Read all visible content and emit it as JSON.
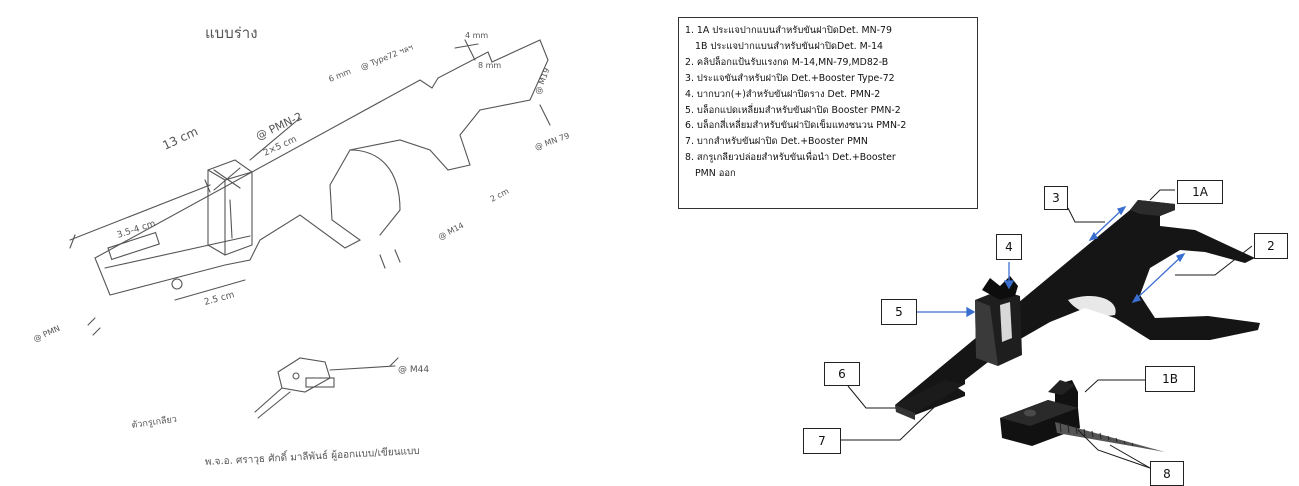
{
  "sketch": {
    "title": "แบบร่าง",
    "labels": {
      "length_13": "13 cm",
      "pmn2_label": "@ PMN-2",
      "pmn2_dim": "2×5 cm",
      "gap_6mm": "6 mm",
      "type72": "@ Type72 ฯลฯ",
      "dim_4mm": "4 mm",
      "dim_8mm": "8 mm",
      "m19": "@ M19",
      "mn79": "@ MN 79",
      "m14": "@ M14",
      "dim_2cm": "2 cm",
      "dim_35_4": "3.5-4 cm",
      "dim_25": "2.5 cm",
      "pmn": "@ PMN",
      "m44": "@ M44",
      "screw_note": "ตัวกรูเกลียว",
      "footer": "พ.จ.อ. ศราวุธ ศักดิ์ มาลีพันธ์ ผู้ออกแบบ/เขียนแบบ"
    }
  },
  "legend": {
    "items": [
      "1. 1A ประแจปากแบนสำหรับขันฝาปิดDet. MN-79",
      "1B ประแจปากแบนสำหรับขันฝาปิดDet. M-14",
      "2. คลิปล็อกแป้นรับแรงกด M-14,MN-79,MD82-B",
      "3. ประแจขันสำหรับฝาปิด Det.+Booster Type-72",
      "4. บากบวก(+)สำหรับขันฝาปิดราง Det. PMN-2",
      "5. บล็อกแปดเหลี่ยมสำหรับขันฝาปิด Booster PMN-2",
      "6. บล็อกสี่เหลี่ยมสำหรับขันฝาปิดเข็มแทงชนวน PMN-2",
      "7. บากสำหรับขันฝาปิด Det.+Booster PMN",
      "8. สกรูเกลียวปล่อยสำหรับขันเพื่อนำ Det.+Booster",
      "PMN ออก"
    ]
  },
  "callouts": {
    "c1A": "1A",
    "c1B": "1B",
    "c2": "2",
    "c3": "3",
    "c4": "4",
    "c5": "5",
    "c6": "6",
    "c7": "7",
    "c8": "8"
  },
  "colors": {
    "ink": "#555555",
    "tool": "#111111",
    "leader": "#1a1a1a",
    "dimension_arrow": "#3a6fd1"
  }
}
